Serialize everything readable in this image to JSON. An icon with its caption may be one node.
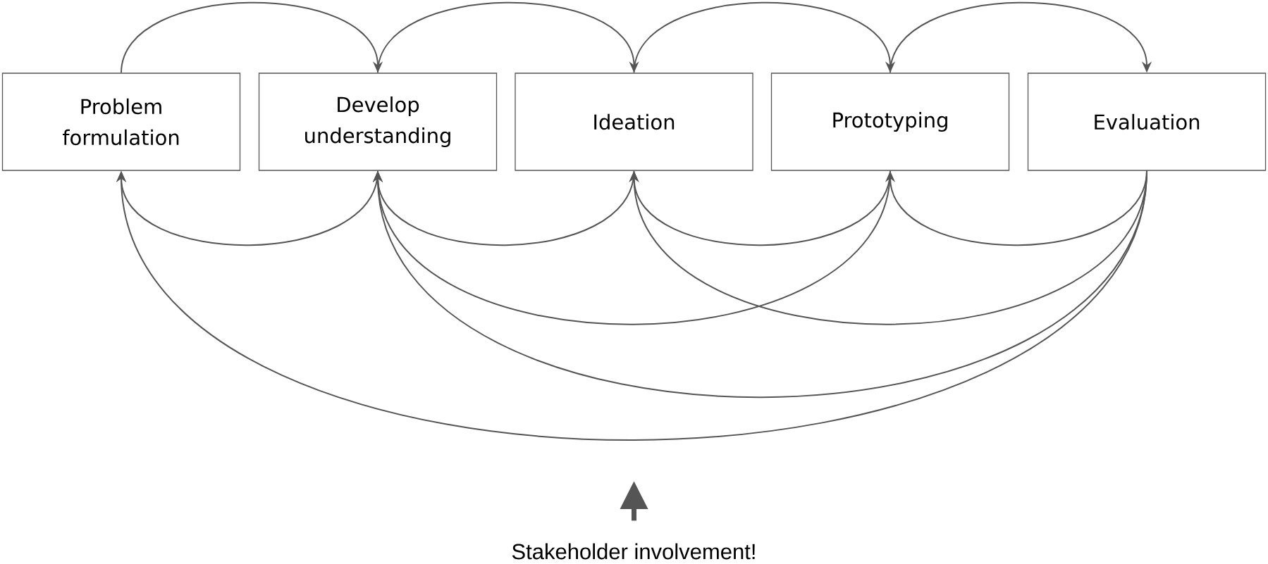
{
  "diagram": {
    "nodes": [
      {
        "text": [
          "Problem formulation"
        ]
      },
      {
        "text": [
          "Develop understanding"
        ]
      },
      {
        "text": [
          "Ideation"
        ]
      },
      {
        "text": [
          "Prototyping"
        ]
      },
      {
        "text": [
          "Evaluation"
        ]
      },
      {
        "text": [
          "Stakeholder involvement!"
        ]
      }
    ],
    "edges": [
      {
        "from": 0,
        "to": 1,
        "arrow": "to"
      },
      {
        "from": 1,
        "to": 2,
        "arrow": "to"
      },
      {
        "from": 2,
        "to": 3,
        "arrow": "to"
      },
      {
        "from": 3,
        "to": 4,
        "arrow": "to"
      },
      {
        "from": 1,
        "to": 0,
        "arrow": "to"
      },
      {
        "from": 2,
        "to": 1,
        "arrow": "to"
      },
      {
        "from": 3,
        "to": 2,
        "arrow": "to"
      },
      {
        "from": 4,
        "to": 3,
        "arrow": "to"
      },
      {
        "from": 3,
        "to": 1,
        "arrow": "to"
      },
      {
        "from": 4,
        "to": 2,
        "arrow": "to"
      },
      {
        "from": 4,
        "to": 1,
        "arrow": "to"
      },
      {
        "from": 4,
        "to": 0,
        "arrow": "to"
      },
      {
        "from": 5,
        "to": null,
        "arrow": "to",
        "style": "thick"
      }
    ]
  }
}
